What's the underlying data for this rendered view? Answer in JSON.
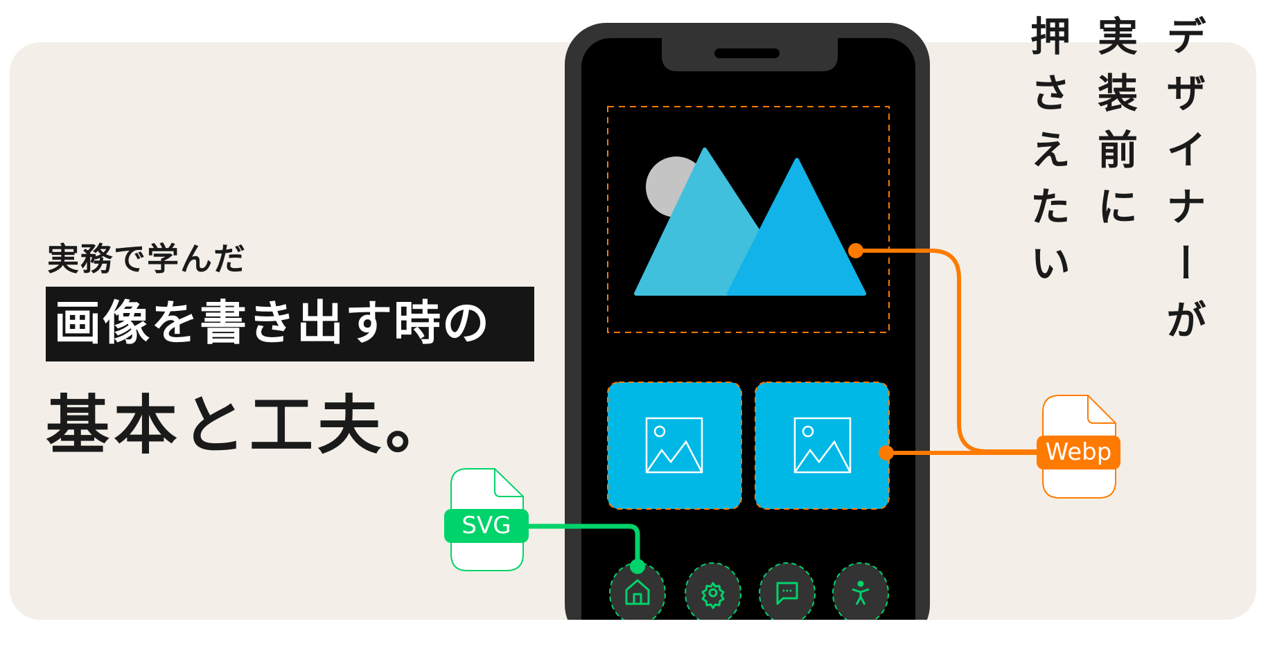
{
  "headline": {
    "subtitle": "実務で学んだ",
    "highlight": "画像を書き出す時の",
    "main": "基本と工夫。"
  },
  "vertical_copy": [
    "デザイナーが",
    "実装前に",
    "押さえたい"
  ],
  "labels": {
    "webp": "Webp",
    "svg": "SVG"
  },
  "nav_icons": [
    "home-icon",
    "gear-icon",
    "chat-icon",
    "accessibility-icon"
  ],
  "colors": {
    "background": "#f3efe8",
    "orange": "#ff7a00",
    "green": "#00d36a",
    "blue": "#00b8e6",
    "phone": "#333333"
  }
}
